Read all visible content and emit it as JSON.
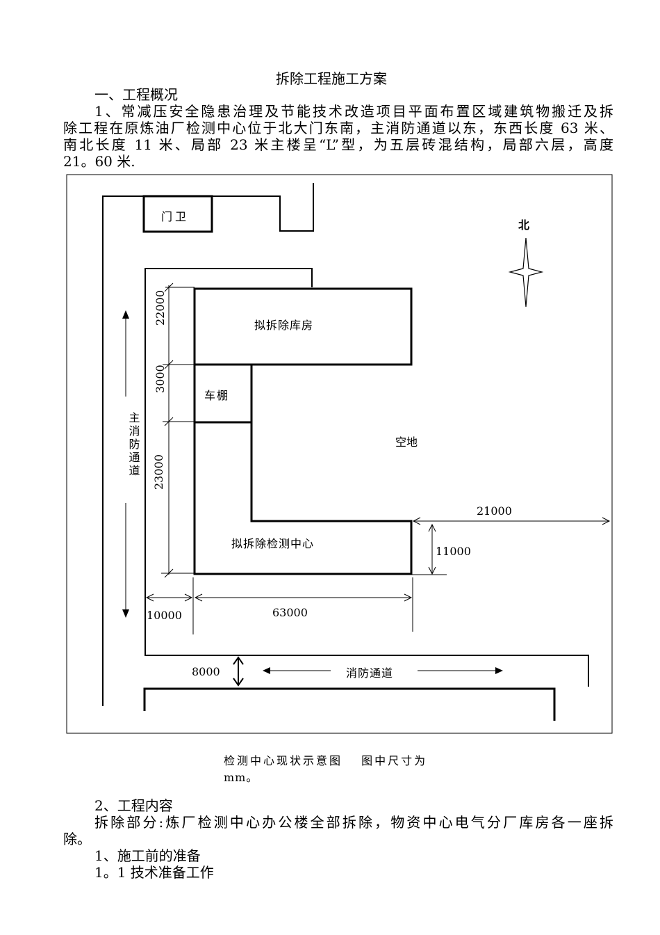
{
  "document": {
    "title": "拆除工程施工方案",
    "section1_heading": "一、工程概况",
    "para1_lines": [
      "1、常减压安全隐患治理及节能技术改造项目平面布置区域建筑物搬迁及拆",
      "除工程在原炼油厂检测中心位于北大门东南，主消防通道以东，东西长度 63 米、",
      "南北长度 11 米、局部 23 米主楼呈“L”型，为五层砖混结构，局部六层，高度",
      "21。60 米."
    ],
    "caption_line1": "检测中心现状示意图　 图中尺寸为",
    "caption_line2": "mm。",
    "section2_heading": "2、工程内容",
    "para2_lines": [
      "拆除部分:炼厂检测中心办公楼全部拆除，物资中心电气分厂库房各一座拆",
      "除。"
    ],
    "section3_heading": "1、施工前的准备",
    "section3_1_heading": "1。1 技术准备工作"
  },
  "diagram": {
    "labels": {
      "gate": "门卫",
      "north": "北",
      "warehouse": "拟拆除库房",
      "carshed": "车棚",
      "open_space": "空地",
      "test_center": "拟拆除检测中心",
      "main_fire_road": "主消防通道",
      "fire_road": "消防通道"
    },
    "dimensions": {
      "d22000": "22000",
      "d3000": "3000",
      "d23000": "23000",
      "d21000": "21000",
      "d11000": "11000",
      "d10000": "10000",
      "d63000": "63000",
      "d8000": "8000"
    }
  }
}
